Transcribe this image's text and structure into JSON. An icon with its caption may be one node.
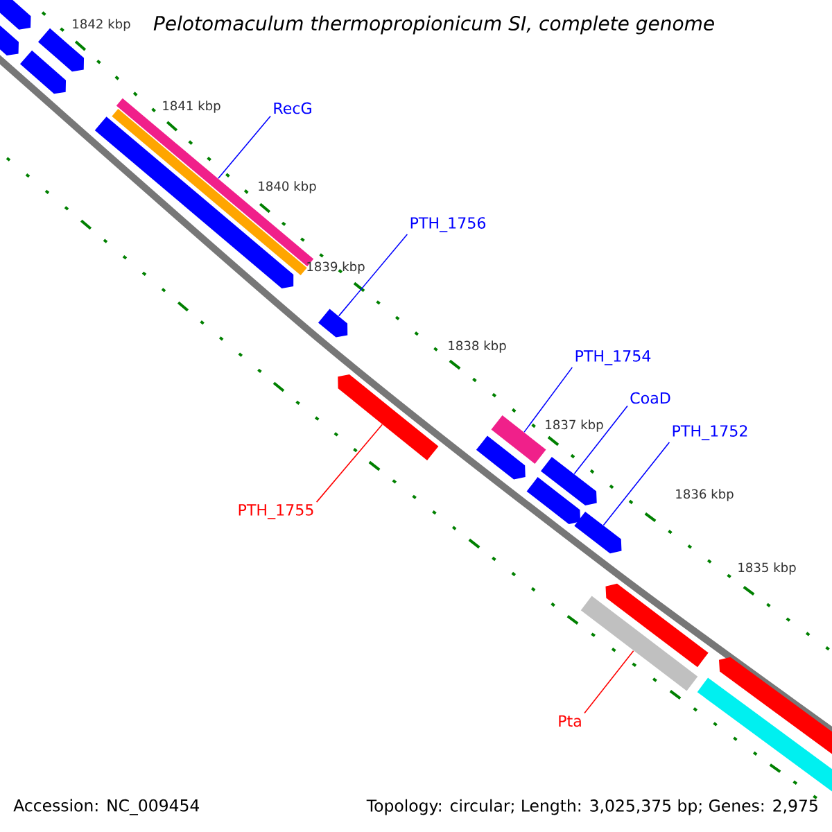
{
  "diagram": {
    "title": "Pelotomaculum thermopropionicum SI, complete genome",
    "nodes": [
      {
        "text": [
          "RecG"
        ]
      },
      {
        "text": [
          "PTH_1756"
        ]
      },
      {
        "text": [
          "PTH_1754"
        ]
      },
      {
        "text": [
          "CoaD"
        ]
      },
      {
        "text": [
          "PTH_1752"
        ]
      },
      {
        "text": [
          "PTH_1755"
        ]
      },
      {
        "text": [
          "Pta"
        ]
      },
      {
        "text": [],
        "shape": "bar"
      },
      {
        "text": [],
        "shape": "bar"
      },
      {
        "text": [],
        "shape": "bar"
      },
      {
        "text": [],
        "shape": "bar"
      },
      {
        "text": [],
        "shape": "bar"
      },
      {
        "text": [],
        "shape": "bar"
      },
      {
        "text": [],
        "shape": "bar"
      },
      {
        "text": [],
        "shape": "bar"
      },
      {
        "text": [],
        "shape": "bar"
      },
      {
        "text": [],
        "shape": "bar"
      },
      {
        "text": [],
        "shape": "bar"
      },
      {
        "text": [],
        "shape": "bar"
      },
      {
        "text": [],
        "shape": "bar"
      },
      {
        "text": [],
        "shape": "bar"
      },
      {
        "text": [],
        "shape": "bar"
      },
      {
        "text": [],
        "shape": "bar"
      },
      {
        "text": [],
        "shape": "bar"
      },
      {
        "text": [],
        "shape": "bar"
      }
    ],
    "edges": [
      {
        "from": 0,
        "to": 11,
        "arrow": "none"
      },
      {
        "from": 1,
        "to": 14,
        "arrow": "none"
      },
      {
        "from": 2,
        "to": 16,
        "arrow": "none"
      },
      {
        "from": 3,
        "to": 18,
        "arrow": "none"
      },
      {
        "from": 4,
        "to": 20,
        "arrow": "none"
      },
      {
        "from": 5,
        "to": 15,
        "arrow": "none",
        "color": "#ff0000"
      },
      {
        "from": 6,
        "to": 22,
        "arrow": "none",
        "color": "#ff0000"
      }
    ],
    "labels": [
      "1842 kbp",
      "1841 kbp",
      "1840 kbp",
      "1839 kbp",
      "1838 kbp",
      "1837 kbp",
      "1836 kbp",
      "1835 kbp",
      "Accession: NC_009454",
      "Topology: circular; Length: 3,025,375 bp; Genes: 2,975"
    ]
  }
}
